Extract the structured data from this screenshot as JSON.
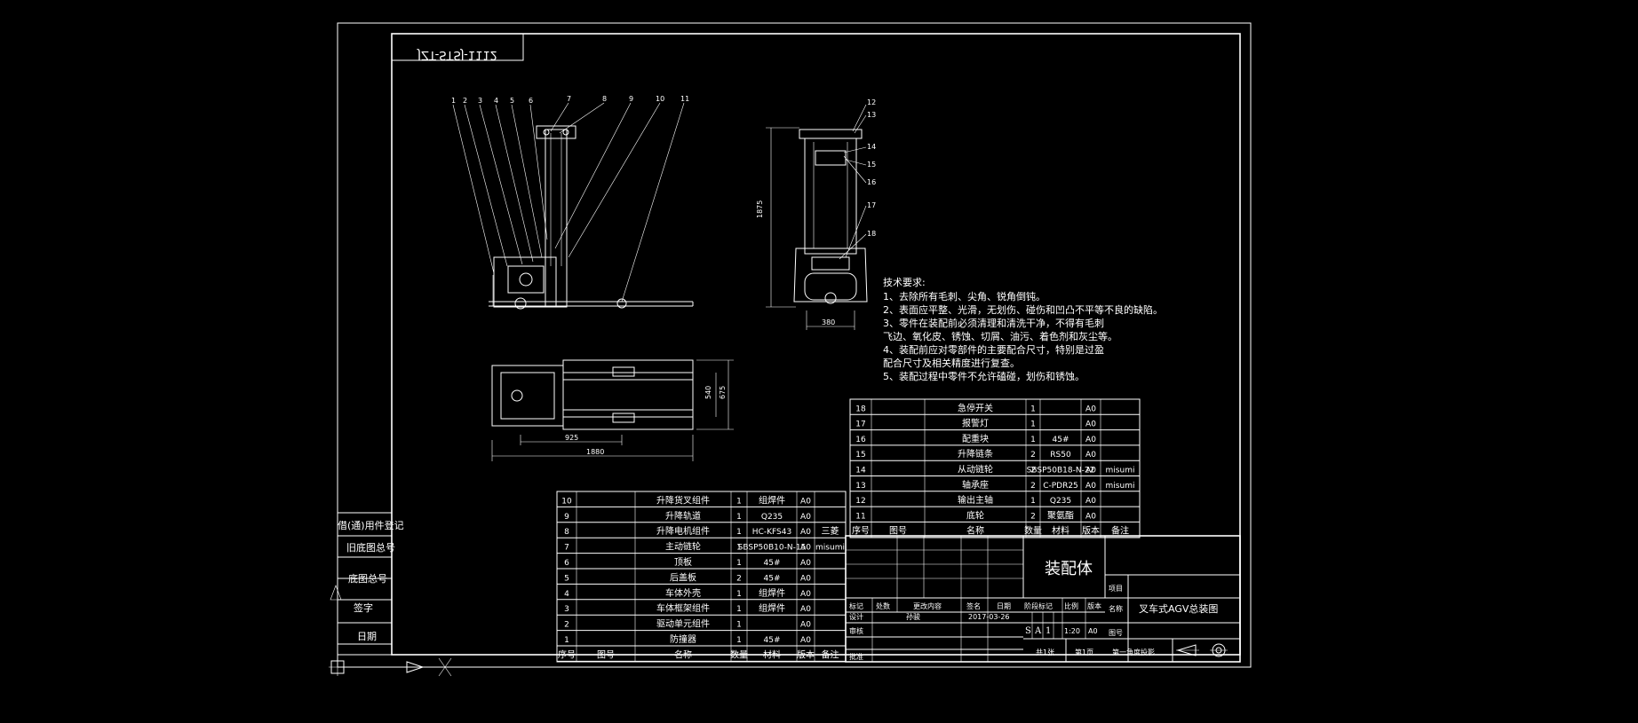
{
  "drawing_code_mirrored": "JZT-STSJ-1112",
  "balloons_front": [
    "1",
    "2",
    "3",
    "4",
    "5",
    "6",
    "7",
    "8",
    "9",
    "10",
    "11"
  ],
  "balloons_side": [
    "12",
    "13",
    "14",
    "15",
    "16",
    "17",
    "18"
  ],
  "dimensions": {
    "side_height": "1875",
    "side_width": "380",
    "top_width_inner": "540",
    "top_width_outer": "675",
    "top_len_inner": "925",
    "top_len_outer": "1880"
  },
  "tech_requirements": {
    "title": "技术要求:",
    "items": [
      "1、去除所有毛刺、尖角、锐角倒钝。",
      "2、表面应平整、光滑，无划伤、碰伤和凹凸不平等不良的缺陷。",
      "3、零件在装配前必须清理和清洗干净，不得有毛刺",
      "飞边、氧化皮、锈蚀、切屑、油污、着色剂和灰尘等。",
      "4、装配前应对零部件的主要配合尺寸，特别是过盈",
      "配合尺寸及相关精度进行复查。",
      "5、装配过程中零件不允许磕碰，划伤和锈蚀。"
    ]
  },
  "bom_upper": [
    {
      "no": "18",
      "code": "",
      "name": "急停开关",
      "qty": "1",
      "mat": "",
      "ver": "A0",
      "note": ""
    },
    {
      "no": "17",
      "code": "",
      "name": "报警灯",
      "qty": "1",
      "mat": "",
      "ver": "A0",
      "note": ""
    },
    {
      "no": "16",
      "code": "",
      "name": "配重块",
      "qty": "1",
      "mat": "45#",
      "ver": "A0",
      "note": ""
    },
    {
      "no": "15",
      "code": "",
      "name": "升降链条",
      "qty": "2",
      "mat": "RS50",
      "ver": "A0",
      "note": ""
    },
    {
      "no": "14",
      "code": "",
      "name": "从动链轮",
      "qty": "2",
      "mat": "SBSP50B18-N-22",
      "ver": "A0",
      "note": "misumi"
    },
    {
      "no": "13",
      "code": "",
      "name": "轴承座",
      "qty": "2",
      "mat": "C-PDR25",
      "ver": "A0",
      "note": "misumi"
    },
    {
      "no": "12",
      "code": "",
      "name": "输出主轴",
      "qty": "1",
      "mat": "Q235",
      "ver": "A0",
      "note": ""
    },
    {
      "no": "11",
      "code": "",
      "name": "底轮",
      "qty": "2",
      "mat": "聚氨酯",
      "ver": "A0",
      "note": ""
    }
  ],
  "bom_upper_header": {
    "no": "序号",
    "code": "图号",
    "name": "名称",
    "qty": "数量",
    "mat": "材料",
    "ver": "版本",
    "note": "备注"
  },
  "bom_lower": [
    {
      "no": "10",
      "code": "",
      "name": "升降货叉组件",
      "qty": "1",
      "mat": "组焊件",
      "ver": "A0",
      "note": ""
    },
    {
      "no": "9",
      "code": "",
      "name": "升降轨道",
      "qty": "1",
      "mat": "Q235",
      "ver": "A0",
      "note": ""
    },
    {
      "no": "8",
      "code": "",
      "name": "升降电机组件",
      "qty": "1",
      "mat": "HC-KFS43",
      "ver": "A0",
      "note": "三菱"
    },
    {
      "no": "7",
      "code": "",
      "name": "主动链轮",
      "qty": "1",
      "mat": "SBSP50B10-N-15",
      "ver": "A0",
      "note": "misumi"
    },
    {
      "no": "6",
      "code": "",
      "name": "顶板",
      "qty": "1",
      "mat": "45#",
      "ver": "A0",
      "note": ""
    },
    {
      "no": "5",
      "code": "",
      "name": "后盖板",
      "qty": "2",
      "mat": "45#",
      "ver": "A0",
      "note": ""
    },
    {
      "no": "4",
      "code": "",
      "name": "车体外壳",
      "qty": "1",
      "mat": "组焊件",
      "ver": "A0",
      "note": ""
    },
    {
      "no": "3",
      "code": "",
      "name": "车体框架组件",
      "qty": "1",
      "mat": "组焊件",
      "ver": "A0",
      "note": ""
    },
    {
      "no": "2",
      "code": "",
      "name": "驱动单元组件",
      "qty": "1",
      "mat": "",
      "ver": "A0",
      "note": ""
    },
    {
      "no": "1",
      "code": "",
      "name": "防撞器",
      "qty": "1",
      "mat": "45#",
      "ver": "A0",
      "note": ""
    }
  ],
  "bom_lower_header": {
    "no": "序号",
    "code": "图号",
    "name": "名称",
    "qty": "数量",
    "mat": "材料",
    "ver": "版本",
    "note": "备注"
  },
  "title_block": {
    "assembly": "装配体",
    "project_label": "项目",
    "name_label": "名称",
    "name_value": "叉车式AGV总装图",
    "drawing_no_label": "图号",
    "row_headers": [
      "标记",
      "处数",
      "更改内容",
      "签名",
      "日期"
    ],
    "design_label": "设计",
    "designer": "孙骏",
    "date": "2017-03-26",
    "review_label": "审核",
    "approve_label": "批准",
    "stage_labels": [
      "阶段标记",
      "比例",
      "版本"
    ],
    "stage_values": [
      "S",
      "A",
      "1",
      "1:20",
      "A0"
    ],
    "sheets_total": "共1张",
    "sheet_no": "第1页",
    "projection": "第一角度投影"
  },
  "side_stamps": [
    "借(通)用件登记",
    "旧底图总号",
    "底图总号",
    "签字",
    "日期"
  ]
}
